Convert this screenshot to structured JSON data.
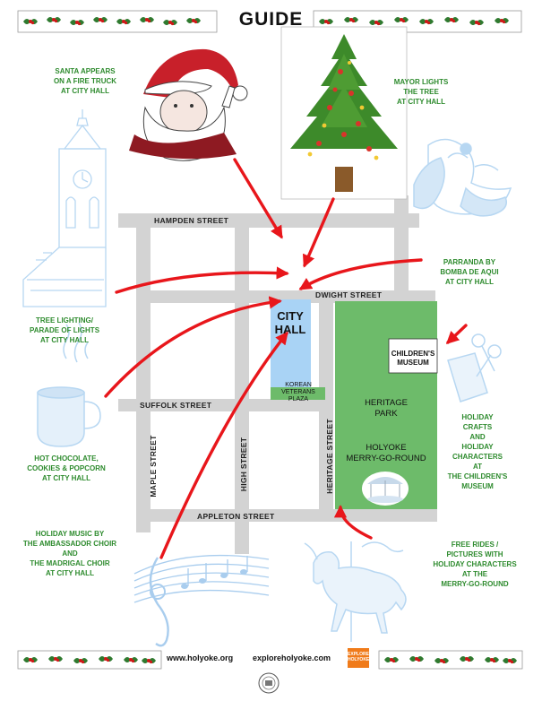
{
  "title": "GUIDE",
  "streets": {
    "hampden": "HAMPDEN STREET",
    "dwight": "DWIGHT STREET",
    "suffolk": "SUFFOLK STREET",
    "appleton": "APPLETON STREET",
    "maple": "MAPLE STREET",
    "high": "HIGH STREET",
    "heritage": "HERITAGE STREET"
  },
  "places": {
    "city_hall_line1": "CITY",
    "city_hall_line2": "HALL",
    "korean_line1": "KOREAN",
    "korean_line2": "VETERANS",
    "korean_line3": "PLAZA",
    "childrens_line1": "CHILDREN'S",
    "childrens_line2": "MUSEUM",
    "park_line1": "HERITAGE",
    "park_line2": "PARK",
    "merry_line1": "HOLYOKE",
    "merry_line2": "MERRY-GO-ROUND"
  },
  "events": {
    "santa": [
      "SANTA APPEARS",
      "ON A FIRE TRUCK",
      "AT CITY HALL"
    ],
    "mayor": [
      "MAYOR LIGHTS",
      "THE TREE",
      "AT CITY HALL"
    ],
    "parranda": [
      "PARRANDA BY",
      "BOMBA DE AQUI",
      "AT CITY HALL"
    ],
    "tree_lighting": [
      "TREE LIGHTING/",
      "PARADE OF LIGHTS",
      "AT CITY HALL"
    ],
    "hot_chocolate": [
      "HOT CHOCOLATE,",
      "COOKIES & POPCORN",
      "AT CITY HALL"
    ],
    "crafts": [
      "HOLIDAY",
      "CRAFTS",
      "AND",
      "HOLIDAY",
      "CHARACTERS",
      "AT",
      "THE CHILDREN'S",
      "MUSEUM"
    ],
    "music": [
      "HOLIDAY MUSIC BY",
      "THE AMBASSADOR CHOIR",
      "AND",
      "THE MADRIGAL CHOIR",
      "AT CITY HALL"
    ],
    "rides": [
      "FREE  RIDES /",
      "PICTURES WITH",
      "HOLIDAY CHARACTERS",
      "AT THE",
      "MERRY-GO-ROUND"
    ]
  },
  "footer": {
    "link1": "www.holyoke.org",
    "link2": "exploreholyoke.com",
    "badge_line1": "EXPLORE",
    "badge_line2": "HOLYOKE"
  },
  "colors": {
    "street_gray": "#d3d3d3",
    "park_green": "#6dbb6a",
    "city_hall_blue": "#a9d3f5",
    "arrow_red": "#e8161b",
    "text_green": "#2e8b2e",
    "sketch_blue": "#b7d7f2"
  },
  "icons": [
    "holly-border-icon",
    "santa-icon",
    "christmas-tree-icon",
    "dancers-icon",
    "clock-tower-icon",
    "hot-cocoa-mug-icon",
    "scissors-paper-icon",
    "music-notes-icon",
    "carousel-horse-icon",
    "carousel-icon",
    "city-seal-icon"
  ]
}
